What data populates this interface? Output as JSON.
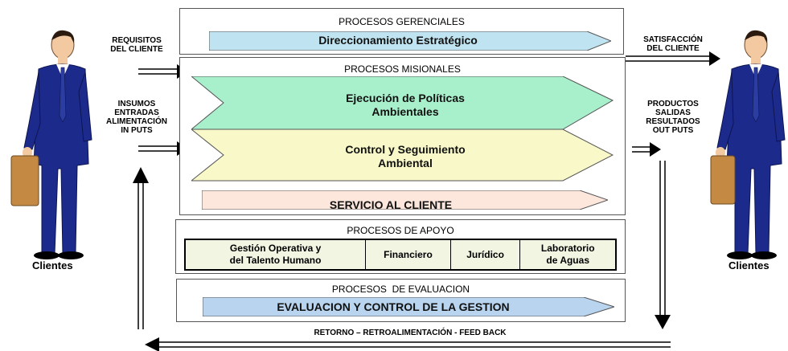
{
  "gerenciales": {
    "header": "PROCESOS GERENCIALES",
    "item": "Direccionamiento Estratégico"
  },
  "misionales": {
    "header": "PROCESOS MISIONALES",
    "item1_line1": "Ejecución de Políticas",
    "item1_line2": "Ambientales",
    "item2_line1": "Control y Seguimiento",
    "item2_line2": "Ambiental",
    "item3": "SERVICIO AL CLIENTE"
  },
  "apoyo": {
    "header": "PROCESOS DE APOYO",
    "cells": [
      "Gestión Operativa y\ndel Talento Humano",
      "Financiero",
      "Jurídico",
      "Laboratorio\nde Aguas"
    ]
  },
  "evaluacion": {
    "header": "PROCESOS  DE EVALUACION",
    "item": "EVALUACION Y CONTROL DE LA GESTION"
  },
  "left_labels": {
    "requisitos_l1": "REQUISITOS",
    "requisitos_l2": "DEL CLIENTE",
    "insumos_l1": "INSUMOS",
    "insumos_l2": "ENTRADAS",
    "insumos_l3": "ALIMENTACIÓN",
    "insumos_l4": "IN PUTS"
  },
  "right_labels": {
    "satisfaccion_l1": "SATISFACCIÓN",
    "satisfaccion_l2": "DEL CLIENTE",
    "productos_l1": "PRODUCTOS",
    "productos_l2": "SALIDAS",
    "productos_l3": "RESULTADOS",
    "productos_l4": "OUT PUTS"
  },
  "feedback": "RETORNO – RETROALIMENTACIÓN - FEED BACK",
  "clients": {
    "left": "Clientes",
    "right": "Clientes"
  },
  "colors": {
    "gerencial_arrow": "#bfe3f0",
    "misional_1": "#a8f0cc",
    "misional_2": "#f8f8c8",
    "servicio": "#fde6dc",
    "evaluacion": "#b8d4ee",
    "suit": "#1c2a8c",
    "skin": "#f2c9a0"
  }
}
